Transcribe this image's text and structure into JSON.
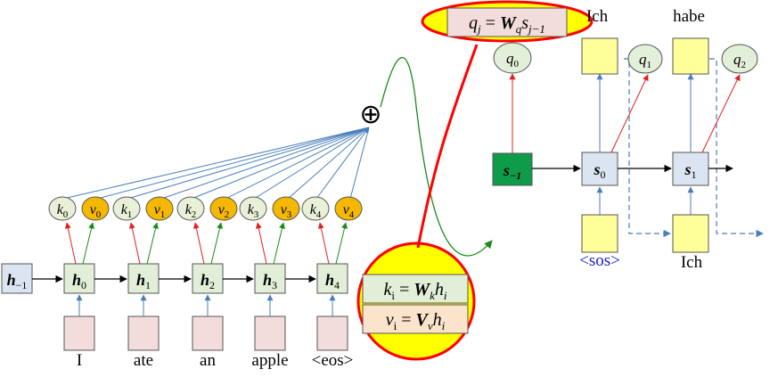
{
  "encoder": {
    "initial_state": {
      "main": "h",
      "sub": "−1"
    },
    "hidden_states": [
      {
        "main": "h",
        "sub": "0"
      },
      {
        "main": "h",
        "sub": "1"
      },
      {
        "main": "h",
        "sub": "2"
      },
      {
        "main": "h",
        "sub": "3"
      },
      {
        "main": "h",
        "sub": "4"
      }
    ],
    "keys": [
      {
        "main": "k",
        "sub": "0"
      },
      {
        "main": "k",
        "sub": "1"
      },
      {
        "main": "k",
        "sub": "2"
      },
      {
        "main": "k",
        "sub": "3"
      },
      {
        "main": "k",
        "sub": "4"
      }
    ],
    "values": [
      {
        "main": "v",
        "sub": "0"
      },
      {
        "main": "v",
        "sub": "1"
      },
      {
        "main": "v",
        "sub": "2"
      },
      {
        "main": "v",
        "sub": "3"
      },
      {
        "main": "v",
        "sub": "4"
      }
    ],
    "input_words": [
      "I",
      "ate",
      "an",
      "apple",
      "<eos>"
    ]
  },
  "combine_symbol": "⊕",
  "decoder": {
    "initial_state": {
      "main": "s",
      "sub": "−1"
    },
    "states": [
      {
        "main": "s",
        "sub": "0"
      },
      {
        "main": "s",
        "sub": "1"
      }
    ],
    "queries": [
      {
        "main": "q",
        "sub": "0"
      },
      {
        "main": "q",
        "sub": "1"
      },
      {
        "main": "q",
        "sub": "2"
      }
    ],
    "input_words": [
      "<sos>",
      "Ich"
    ],
    "output_words": [
      "Ich",
      "habe"
    ]
  },
  "equations": {
    "query": {
      "lhs_main": "q",
      "lhs_sub": "j",
      "eq": " = ",
      "w": "W",
      "w_sub": "q",
      "var": "s",
      "var_sub": "j−1"
    },
    "key": {
      "lhs_main": "k",
      "lhs_sub": "i",
      "eq": " = ",
      "w": "W",
      "w_sub": "k",
      "var": "h",
      "var_sub": "i"
    },
    "value": {
      "lhs_main": "v",
      "lhs_sub": "i",
      "eq": " = ",
      "w": "V",
      "w_sub": "v",
      "var": "h",
      "var_sub": "i"
    }
  },
  "colors": {
    "hidden_fill": "#e2eed8",
    "decoder_state_fill": "#dbe5f1",
    "initial_decoder_fill": "#0e9c4a",
    "input_fill": "#f3dcdc",
    "key_fill": "#e8f0d8",
    "value_fill": "#f5b800",
    "query_fill": "#e2efd9",
    "decoder_box_fill": "#ffff99",
    "highlight_yellow": "#ffff00",
    "highlight_red": "#ff0000",
    "arrow_blue": "#4a7ebb",
    "arrow_red": "#e02020",
    "arrow_green": "#1a8a1a"
  }
}
